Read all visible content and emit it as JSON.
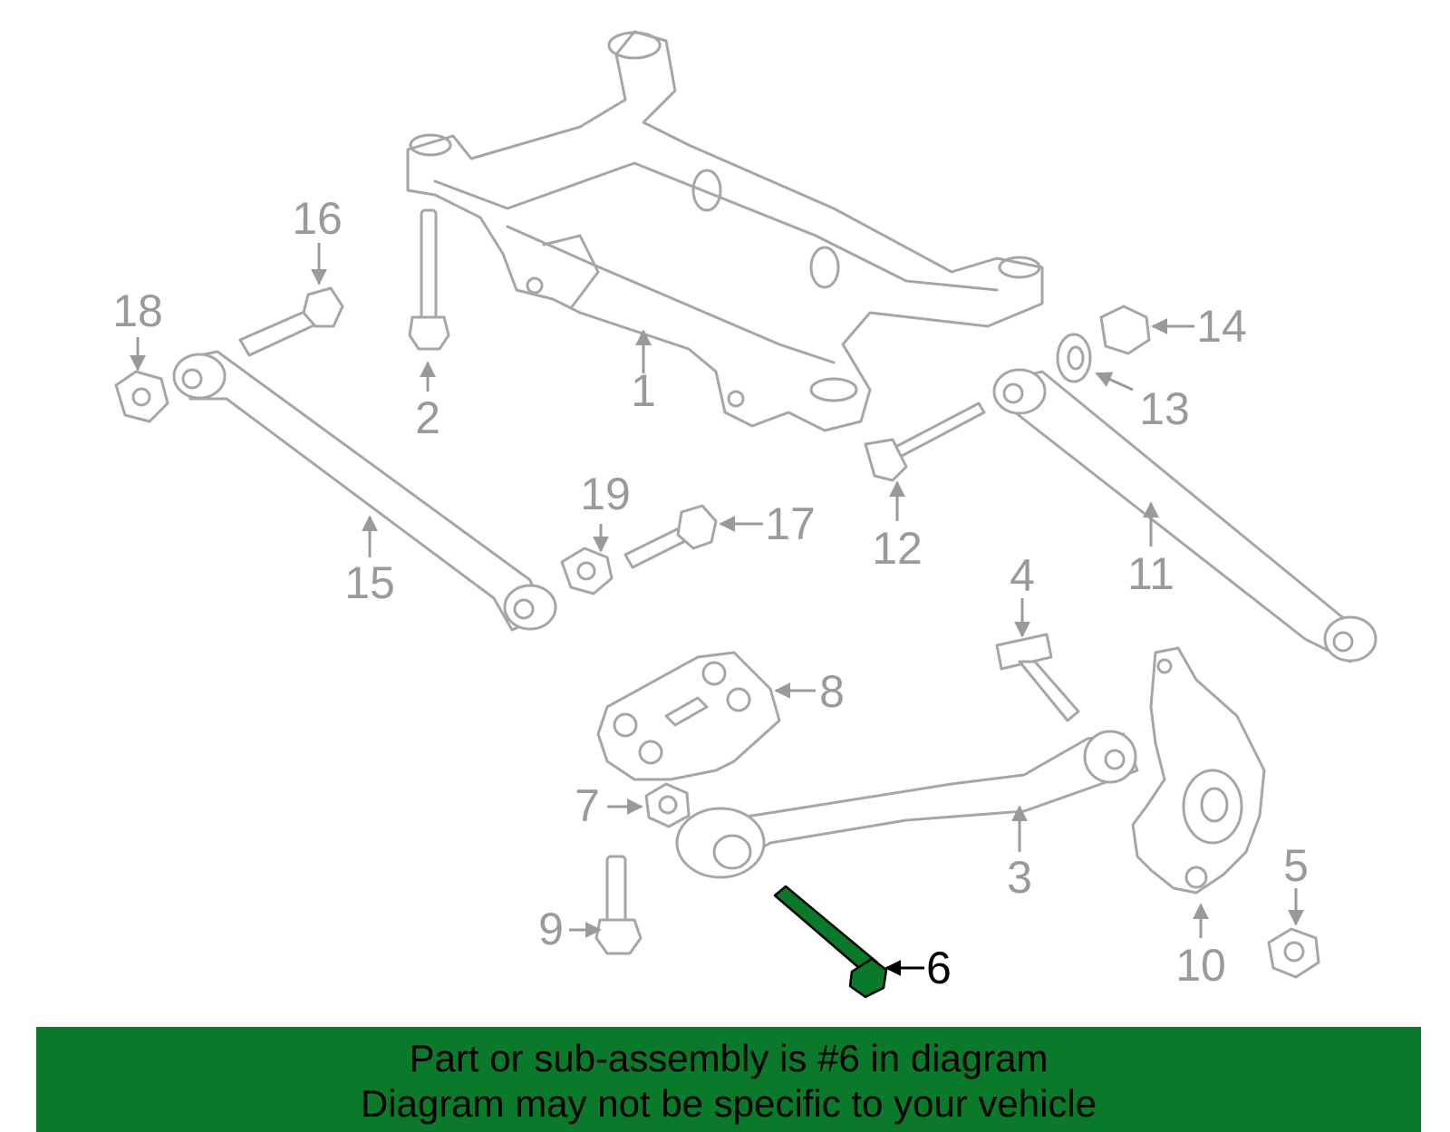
{
  "diagram": {
    "highlight_color": "#0a7a2a",
    "callouts": [
      {
        "id": "1",
        "label": "1"
      },
      {
        "id": "2",
        "label": "2"
      },
      {
        "id": "3",
        "label": "3"
      },
      {
        "id": "4",
        "label": "4"
      },
      {
        "id": "5",
        "label": "5"
      },
      {
        "id": "6",
        "label": "6",
        "highlighted": true
      },
      {
        "id": "7",
        "label": "7"
      },
      {
        "id": "8",
        "label": "8"
      },
      {
        "id": "9",
        "label": "9"
      },
      {
        "id": "10",
        "label": "10"
      },
      {
        "id": "11",
        "label": "11"
      },
      {
        "id": "12",
        "label": "12"
      },
      {
        "id": "13",
        "label": "13"
      },
      {
        "id": "14",
        "label": "14"
      },
      {
        "id": "15",
        "label": "15"
      },
      {
        "id": "16",
        "label": "16"
      },
      {
        "id": "17",
        "label": "17"
      },
      {
        "id": "18",
        "label": "18"
      },
      {
        "id": "19",
        "label": "19"
      }
    ]
  },
  "banner": {
    "line1": "Part or sub-assembly is #6 in diagram",
    "line2": "Diagram may not be specific to your vehicle",
    "background": "#0a7a2a"
  }
}
